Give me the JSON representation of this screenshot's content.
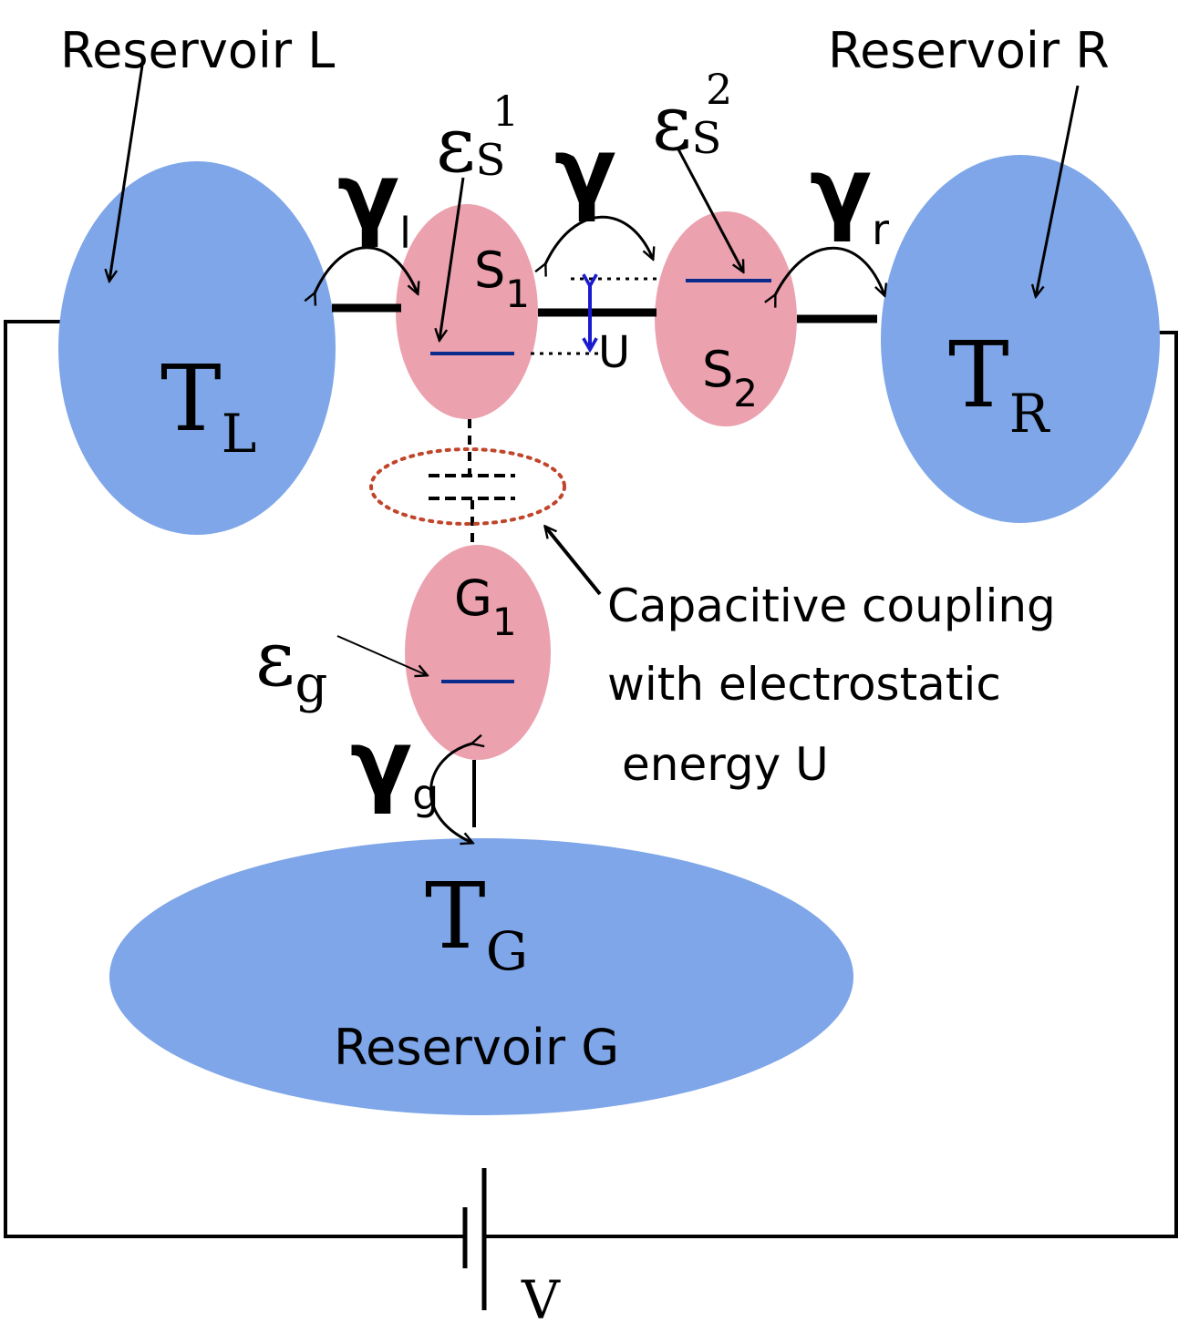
{
  "labels": {
    "reservoir_l": "Reservoir L",
    "reservoir_r": "Reservoir R",
    "reservoir_g": "Reservoir G",
    "t_main": "T",
    "t_l_sub": "L",
    "t_r_sub": "R",
    "t_g_sub": "G",
    "epsilon": "ε",
    "s_letter": "S",
    "sup_1": "1",
    "sup_2": "2",
    "g_sub": "g",
    "gamma": "γ",
    "gamma_l_sub": "l",
    "gamma_r_sub": "r",
    "gamma_g_sub": "g",
    "s1_main": "S",
    "s1_sub": "1",
    "s2_main": "S",
    "s2_sub": "2",
    "g1_main": "G",
    "g1_sub": "1",
    "u_label": "U",
    "cap_line1": "Capacitive coupling",
    "cap_line2": "with electrostatic",
    "cap_line3": "energy U",
    "v_label": "V"
  },
  "colors": {
    "reservoir": "#7ea6e8",
    "dot": "#eba1ae",
    "level": "#0a2a8c",
    "coupling_ellipse": "#c0452a",
    "u_arrow": "#1a1ad0",
    "wire": "#000000"
  }
}
